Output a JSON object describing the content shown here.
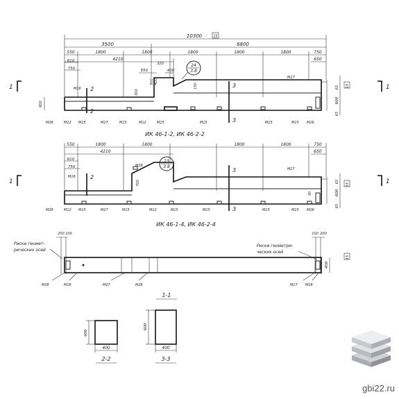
{
  "colors": {
    "ink": "#222222",
    "logo_light": "#cfd2d6",
    "logo_dark": "#8e9399"
  },
  "elevation1": {
    "total_dim": "10300",
    "total_dim_mark": "15",
    "dims_a": [
      "3500",
      "6800"
    ],
    "dims_b": [
      "550",
      "1800",
      "1800",
      "1800",
      "1800",
      "1800",
      "750"
    ],
    "dim_4210": "4210",
    "dim_650": "650",
    "dim_610": "610",
    "dim_750": "750",
    "dim_850": "850",
    "dim_400": "400",
    "dim_320": "320",
    "dim_500": "500",
    "dim_400b": "400",
    "dim_600": "600",
    "dim_300": "300",
    "dim_150": "150",
    "dim_65a": "65",
    "dim_65b": "65",
    "dim_600r": "600",
    "dim_r15": "15",
    "fraction_top": "24",
    "fraction_bottom": "3.8",
    "section2": "2",
    "section2b": "2",
    "section3": "3",
    "section3b": "3",
    "marks_top": [
      "M16",
      "M17"
    ],
    "marks_bottom": [
      "M28",
      "M12",
      "M15",
      "M27",
      "M15",
      "M12",
      "M15",
      "M15",
      "M15",
      "M15",
      "M26"
    ],
    "caption": "ИК 46-1-2, ИК 46-2-2"
  },
  "elevation2": {
    "dims_b": [
      "550",
      "1800",
      "1800",
      "1800",
      "1800",
      "750"
    ],
    "dim_4210": "4210",
    "dim_650": "650",
    "dim_610": "610",
    "dim_750": "750",
    "dim_700": "700",
    "dim_30": "30",
    "dim_65a": "65",
    "dim_65b": "65",
    "dim_600r": "600",
    "dim_r15": "15",
    "fraction_top": "23",
    "fraction_bottom": "3.8",
    "section2": "2",
    "section3": "3",
    "section3b": "3",
    "marks_top": [
      "M16",
      "M28",
      "M17"
    ],
    "marks_bottom": [
      "M28",
      "M12",
      "M15",
      "M27",
      "M15",
      "M12",
      "M15",
      "M15",
      "M15",
      "M15",
      "M26"
    ],
    "caption": "ИК 46-1-4, ИК 46-2-4"
  },
  "section_marks": {
    "left_label": "1",
    "right_label": "1"
  },
  "plan": {
    "dim_200": "200",
    "dim_100": "100",
    "dim_100r": "100",
    "dim_200r": "200",
    "dim_400": "400",
    "dim_r15": "15",
    "note_left": [
      "Риски геомет-",
      "рических осей"
    ],
    "note_right": [
      "Риски геометри-",
      "ческих осей"
    ],
    "marks": [
      "M28",
      "M16",
      "M27",
      "M26",
      "M17",
      "M26"
    ],
    "caption": "1-1"
  },
  "sections": [
    {
      "caption": "2-2",
      "height_dim": "400",
      "width_dim": "400"
    },
    {
      "caption": "3-3",
      "height_dim": "600",
      "width_dim": "400"
    }
  ],
  "site_label": "gbi22.ru"
}
